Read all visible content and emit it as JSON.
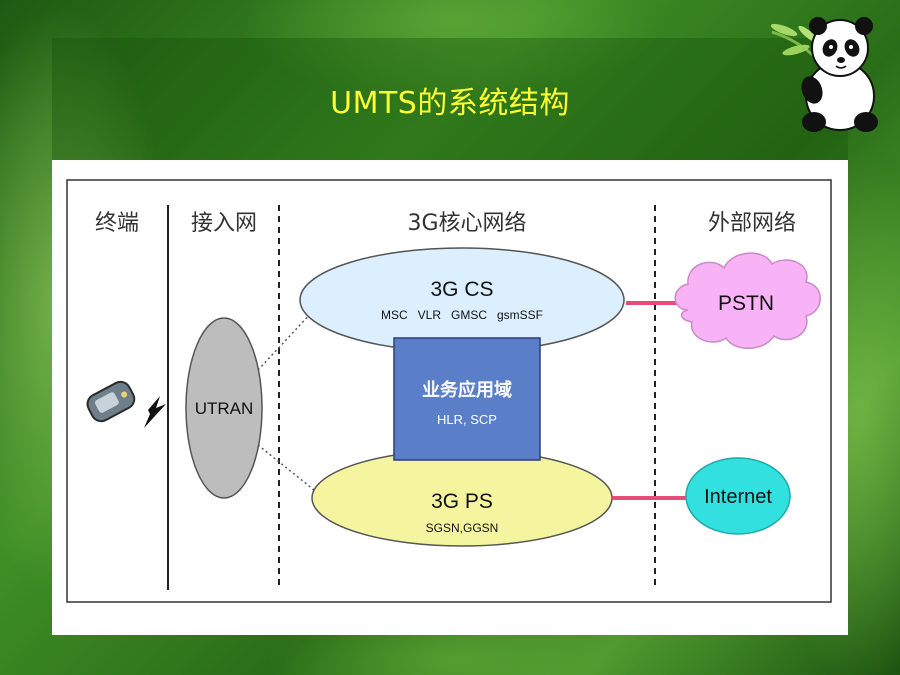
{
  "slide": {
    "title": "UMTS的系统结构"
  },
  "diagram": {
    "columns": {
      "terminal": "终端",
      "access": "接入网",
      "core": "3G核心网络",
      "external": "外部网络"
    },
    "nodes": {
      "utran": "UTRAN",
      "cs_title": "3G CS",
      "cs_sub": "MSC   VLR   GMSC   gsmSSF",
      "app_title": "业务应用域",
      "app_sub": "HLR, SCP",
      "ps_title": "3G PS",
      "ps_sub": "SGSN,GGSN",
      "pstn": "PSTN",
      "internet": "Internet"
    },
    "colors": {
      "cs_fill": "#dcefff",
      "ps_fill": "#f5f5a0",
      "app_fill": "#5b7ec8",
      "utran_fill": "#bdbdbd",
      "pstn_fill": "#f7b3f5",
      "internet_fill": "#33e0e0",
      "link": "#e84a7a"
    }
  }
}
